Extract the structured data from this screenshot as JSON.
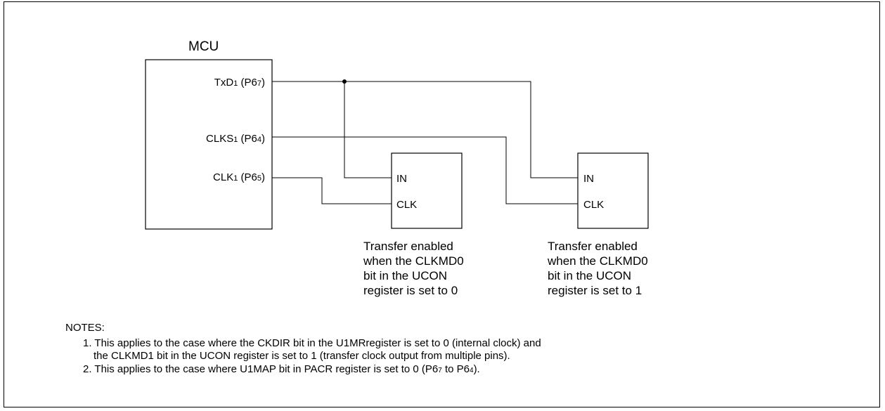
{
  "mcu": {
    "title": "MCU",
    "pins": [
      {
        "name": "TxD",
        "sub": "1",
        "port_pre": " (P6",
        "port_sub": "7",
        "port_post": ")"
      },
      {
        "name": "CLKS",
        "sub": "1",
        "port_pre": " (P6",
        "port_sub": "4",
        "port_post": ")"
      },
      {
        "name": "CLK",
        "sub": "1",
        "port_pre": " (P6",
        "port_sub": "5",
        "port_post": ")"
      }
    ]
  },
  "devices": [
    {
      "in_label": "IN",
      "clk_label": "CLK",
      "caption": [
        "Transfer enabled",
        "when the CLKMD0",
        "bit in the UCON",
        "register is set to 0"
      ]
    },
    {
      "in_label": "IN",
      "clk_label": "CLK",
      "caption": [
        "Transfer enabled",
        "when the CLKMD0",
        "bit in the UCON",
        "register is set to 1"
      ]
    }
  ],
  "notes": {
    "title": "NOTES:",
    "items": [
      {
        "line1": "1. This applies to the case where the CKDIR bit in the U1MRregister is set to 0 (internal clock) and",
        "line2": "the CLKMD1 bit in the UCON register is set to 1 (transfer clock output from multiple pins)."
      },
      {
        "pre": "2. This applies to the case where U1MAP bit in PACR register is set to 0 (P6",
        "sub1": "7",
        "mid": " to P6",
        "sub2": "4",
        "post": ")."
      }
    ]
  }
}
